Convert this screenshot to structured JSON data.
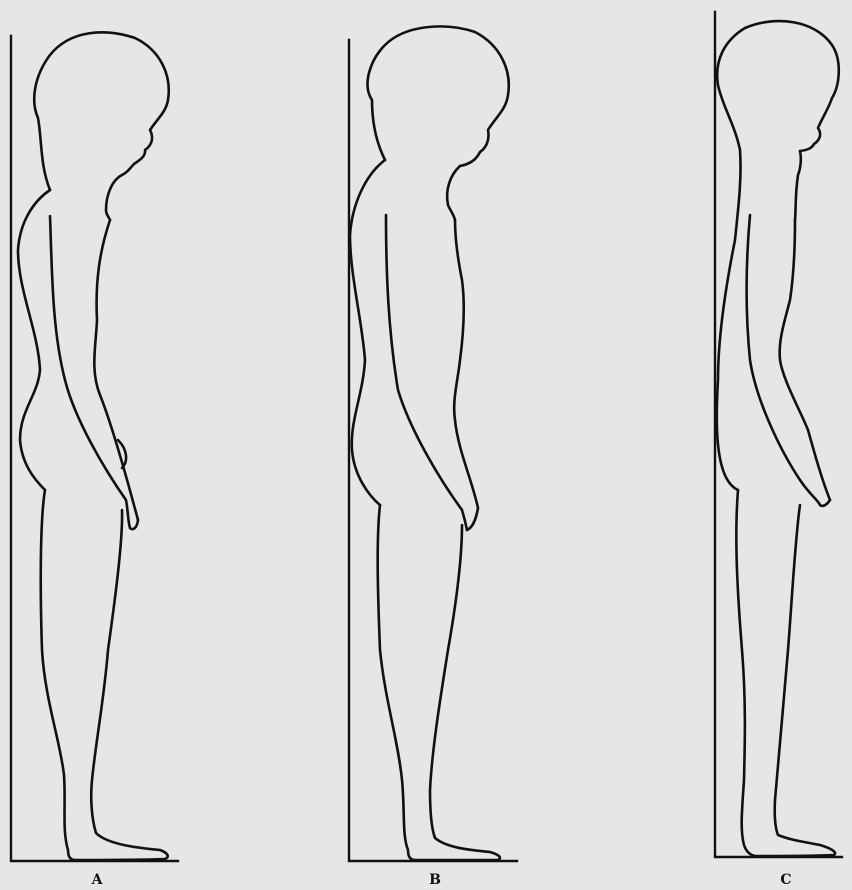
{
  "figure": {
    "panels": [
      {
        "label": "A"
      },
      {
        "label": "B"
      },
      {
        "label": "C"
      }
    ]
  }
}
